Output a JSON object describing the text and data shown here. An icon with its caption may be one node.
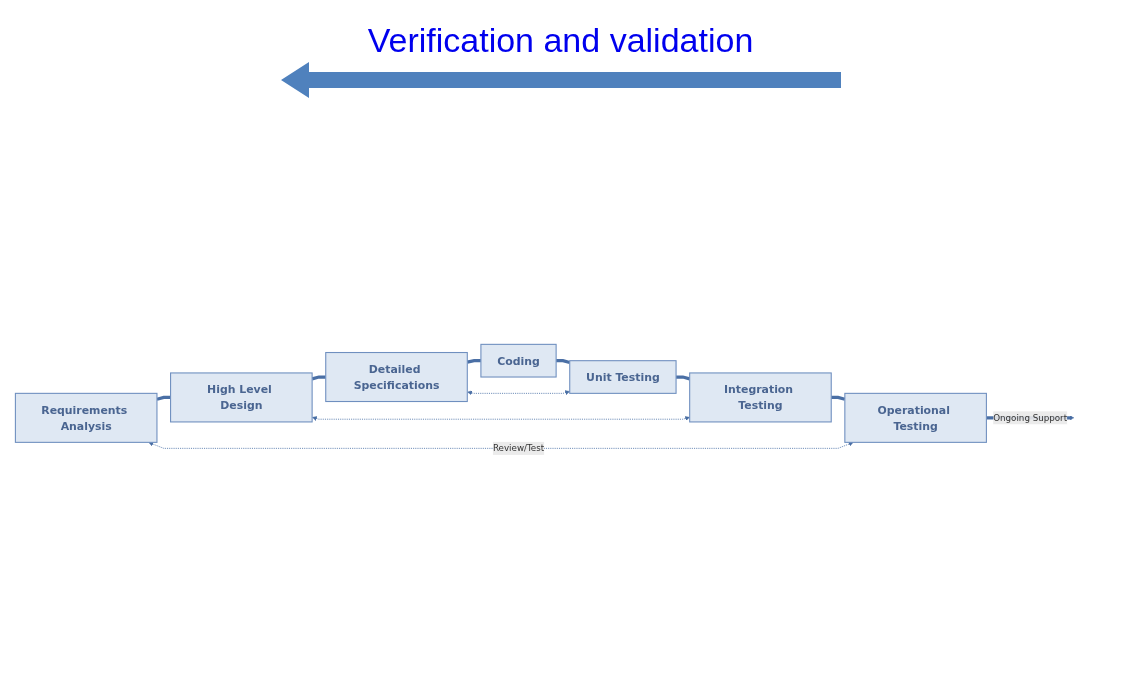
{
  "diagram": {
    "nodes": [
      {
        "text": [
          "Requirements Analysis"
        ]
      },
      {
        "text": [
          "High Level Design"
        ]
      },
      {
        "text": [
          "Detailed Specifications"
        ]
      },
      {
        "text": [
          "Coding"
        ]
      },
      {
        "text": [
          "Unit Testing"
        ]
      },
      {
        "text": [
          "Integration Testing"
        ]
      },
      {
        "text": [
          "Operational Testing"
        ]
      }
    ],
    "edges": [
      {
        "from": 0,
        "to": 1,
        "arrow": "none"
      },
      {
        "from": 1,
        "to": 2,
        "arrow": "none"
      },
      {
        "from": 2,
        "to": 3,
        "arrow": "none"
      },
      {
        "from": 3,
        "to": 4,
        "arrow": "none"
      },
      {
        "from": 4,
        "to": 5,
        "arrow": "none"
      },
      {
        "from": 5,
        "to": 6,
        "arrow": "none"
      },
      {
        "from": 6,
        "to": null,
        "arrow": "to",
        "label": "Ongoing Support"
      },
      {
        "from": 0,
        "to": 6,
        "arrow": "both",
        "style": "dashed",
        "label": "Review/Test"
      },
      {
        "from": 1,
        "to": 5,
        "arrow": "both",
        "style": "dashed"
      },
      {
        "from": 2,
        "to": 4,
        "arrow": "both",
        "style": "dashed"
      }
    ],
    "labels": [
      "Verification and validation"
    ]
  }
}
